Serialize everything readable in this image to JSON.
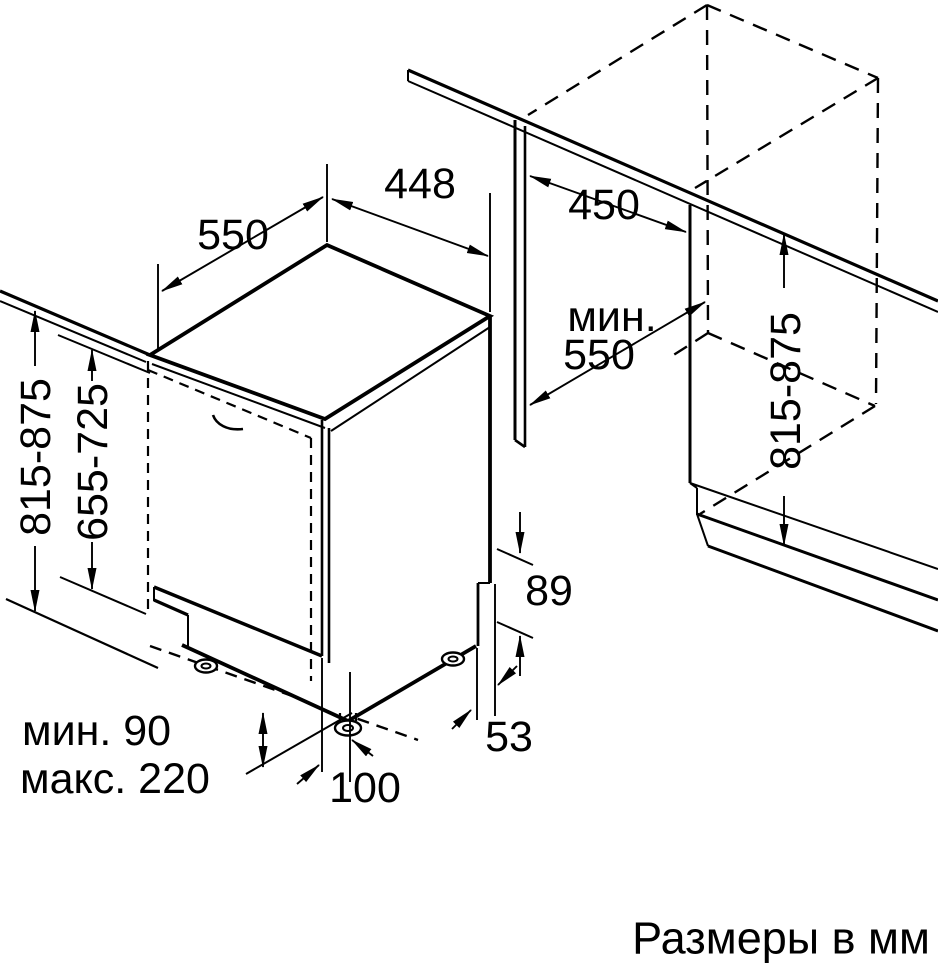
{
  "page": {
    "background": "#ffffff",
    "line_color": "#000000",
    "footer_note": "Размеры в мм"
  },
  "dimensions": {
    "top_depth": "550",
    "top_width": "448",
    "niche_width": "450",
    "niche_depth_prefix": "мин.",
    "niche_depth_value": "550",
    "overall_height_left": "815-875",
    "front_panel_height": "655-725",
    "niche_height_right": "815-875",
    "rear_clearance_upper": "89",
    "rear_clearance_lower": "53",
    "plinth_min": "мин. 90",
    "plinth_max": "макс. 220",
    "foot_offset": "100"
  }
}
